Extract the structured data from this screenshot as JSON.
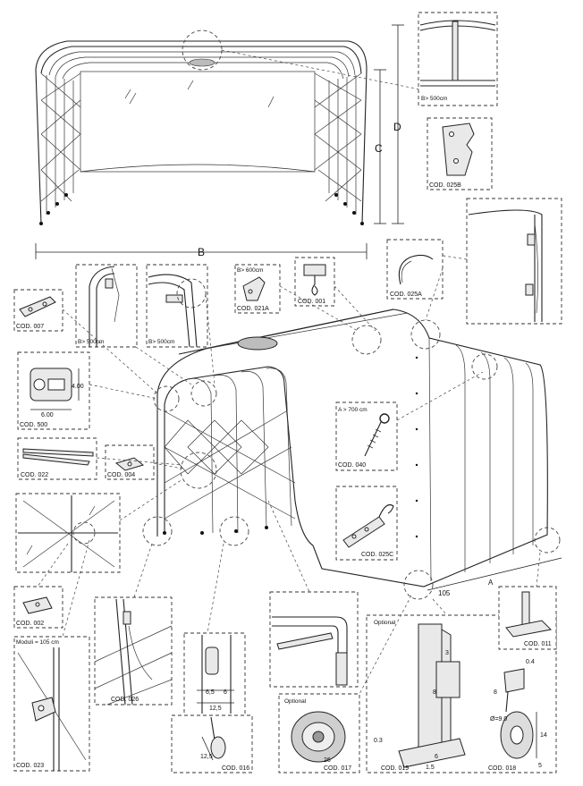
{
  "dimension_labels": {
    "b_top": "B",
    "c": "C",
    "d": "D",
    "a": "A",
    "module_width": "105"
  },
  "detail_codes": {
    "cod_025b": "COD. 025B",
    "cod_025a": "COD. 025A",
    "cod_021a": "COD. 021A",
    "cod_001": "COD. 001",
    "cod_007": "COD. 007",
    "cod_500": "COD. 500",
    "cod_022": "COD. 022",
    "cod_004": "COD. 004",
    "cod_040": "COD. 040",
    "cod_025c": "COD. 025C",
    "cod_002": "COD. 002",
    "cod_011": "COD. 011",
    "cod_023": "COD. 023",
    "cod_026": "COD. 026",
    "cod_016": "COD. 016",
    "cod_017": "COD. 017",
    "cod_019": "COD. 019",
    "cod_018": "COD. 018"
  },
  "notes": {
    "b_gt_500_top": "B> 500cm",
    "b_gt_500_a": "B> 500cm",
    "b_gt_500_b": "B> 500cm",
    "b_gt_600": "B> 600cm",
    "a_gt_700": "A > 700 cm",
    "module_note": "Moduli = 105 cm",
    "optional_017": "Optional",
    "optional_019": "Optional"
  },
  "profile_dims": {
    "height": "4.00",
    "width": "6.00"
  },
  "wheel_dims": {
    "d1": "6,5",
    "d2": "6",
    "d3": "12,5",
    "d4": "12,5"
  },
  "wheel_017_dim": "26",
  "jack_019_dims": {
    "d1": "3",
    "d2": "8",
    "d3": "0.3",
    "d4": "6",
    "d5": "1.5"
  },
  "wheel_018_dims": {
    "d1": "0.4",
    "d2": "8",
    "d3": "Ø=9.0",
    "d4": "14",
    "d5": "5"
  }
}
